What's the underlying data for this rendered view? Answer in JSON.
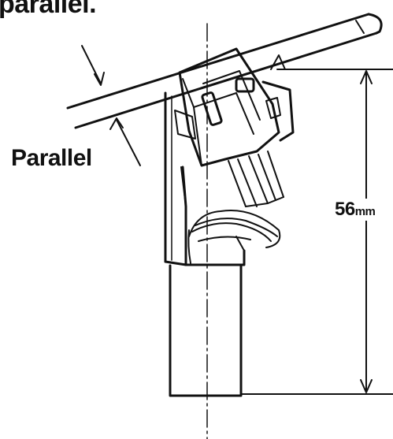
{
  "header": {
    "text": "parallel."
  },
  "labels": {
    "parallel": "Parallel"
  },
  "dimension": {
    "value": "56",
    "unit": "mm"
  },
  "colors": {
    "ink": "#111111",
    "background": "#ffffff"
  }
}
